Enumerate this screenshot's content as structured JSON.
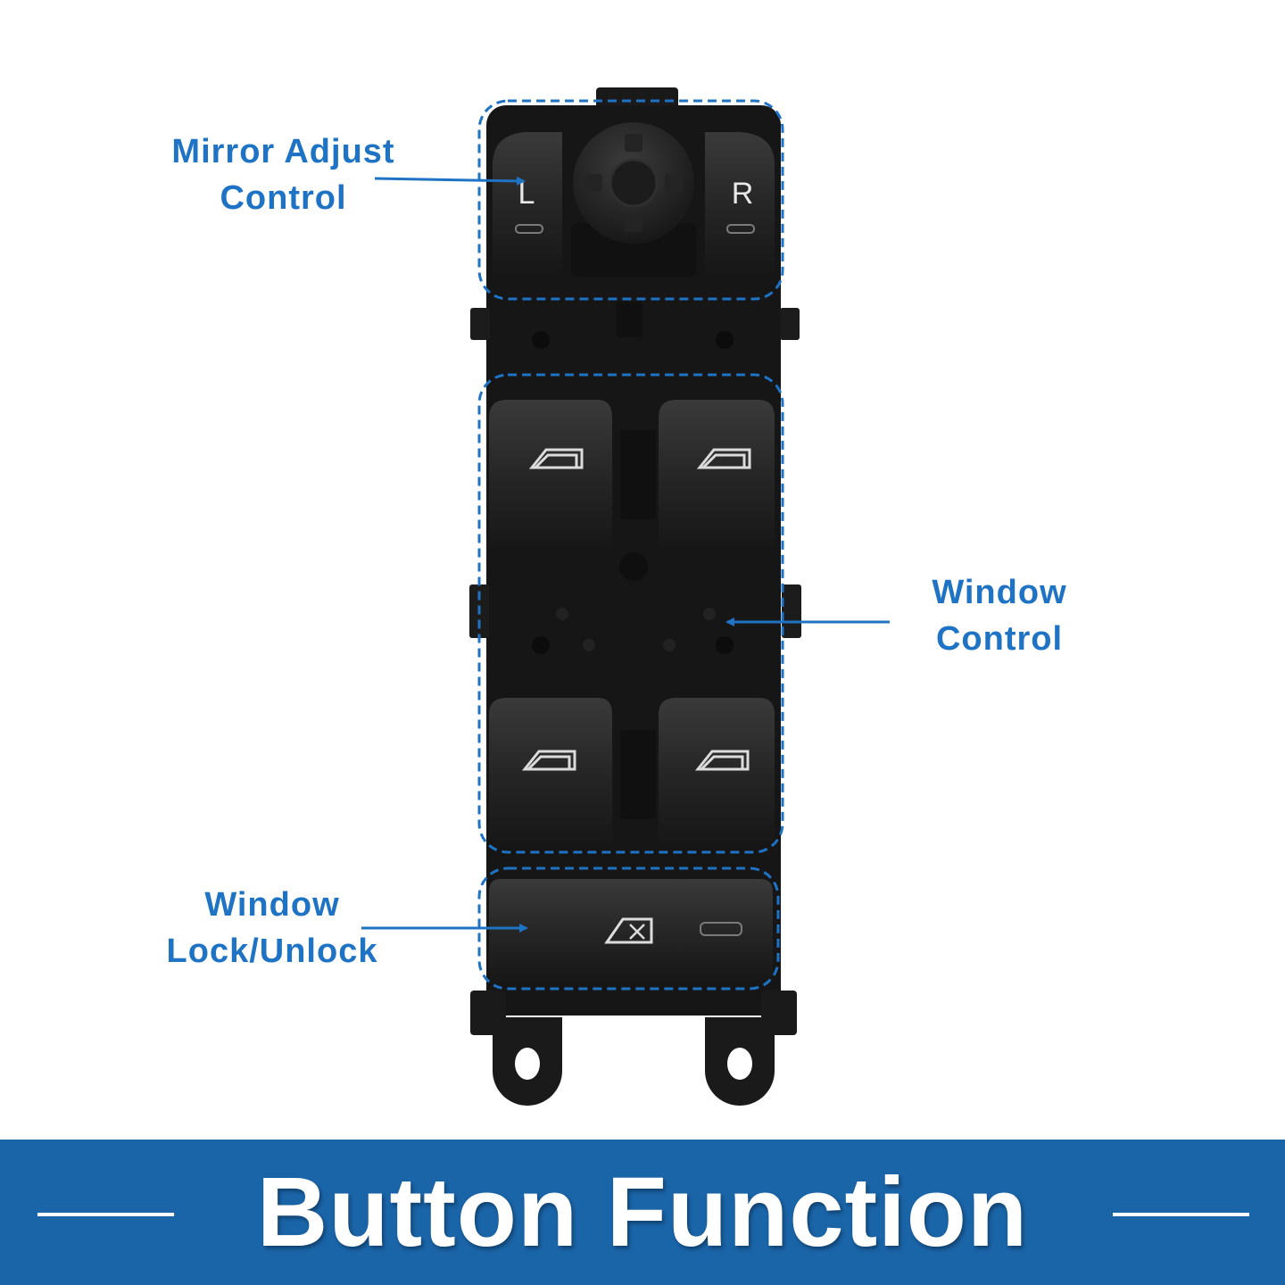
{
  "callouts": {
    "mirror": {
      "line1": "Mirror Adjust",
      "line2": "Control"
    },
    "window": {
      "line1": "Window",
      "line2": "Control"
    },
    "lock": {
      "line1": "Window",
      "line2": "Lock/Unlock"
    }
  },
  "mirror_buttons": {
    "left": "L",
    "right": "R"
  },
  "banner": {
    "title": "Button Function"
  },
  "colors": {
    "accent": "#1f73c5",
    "banner": "#1a64a8",
    "switch_body": "#1b1b1b",
    "button": "#2a2a2a"
  },
  "icons": [
    "window-up-icon",
    "window-lock-icon",
    "mirror-joystick-icon",
    "arrow-icon"
  ]
}
